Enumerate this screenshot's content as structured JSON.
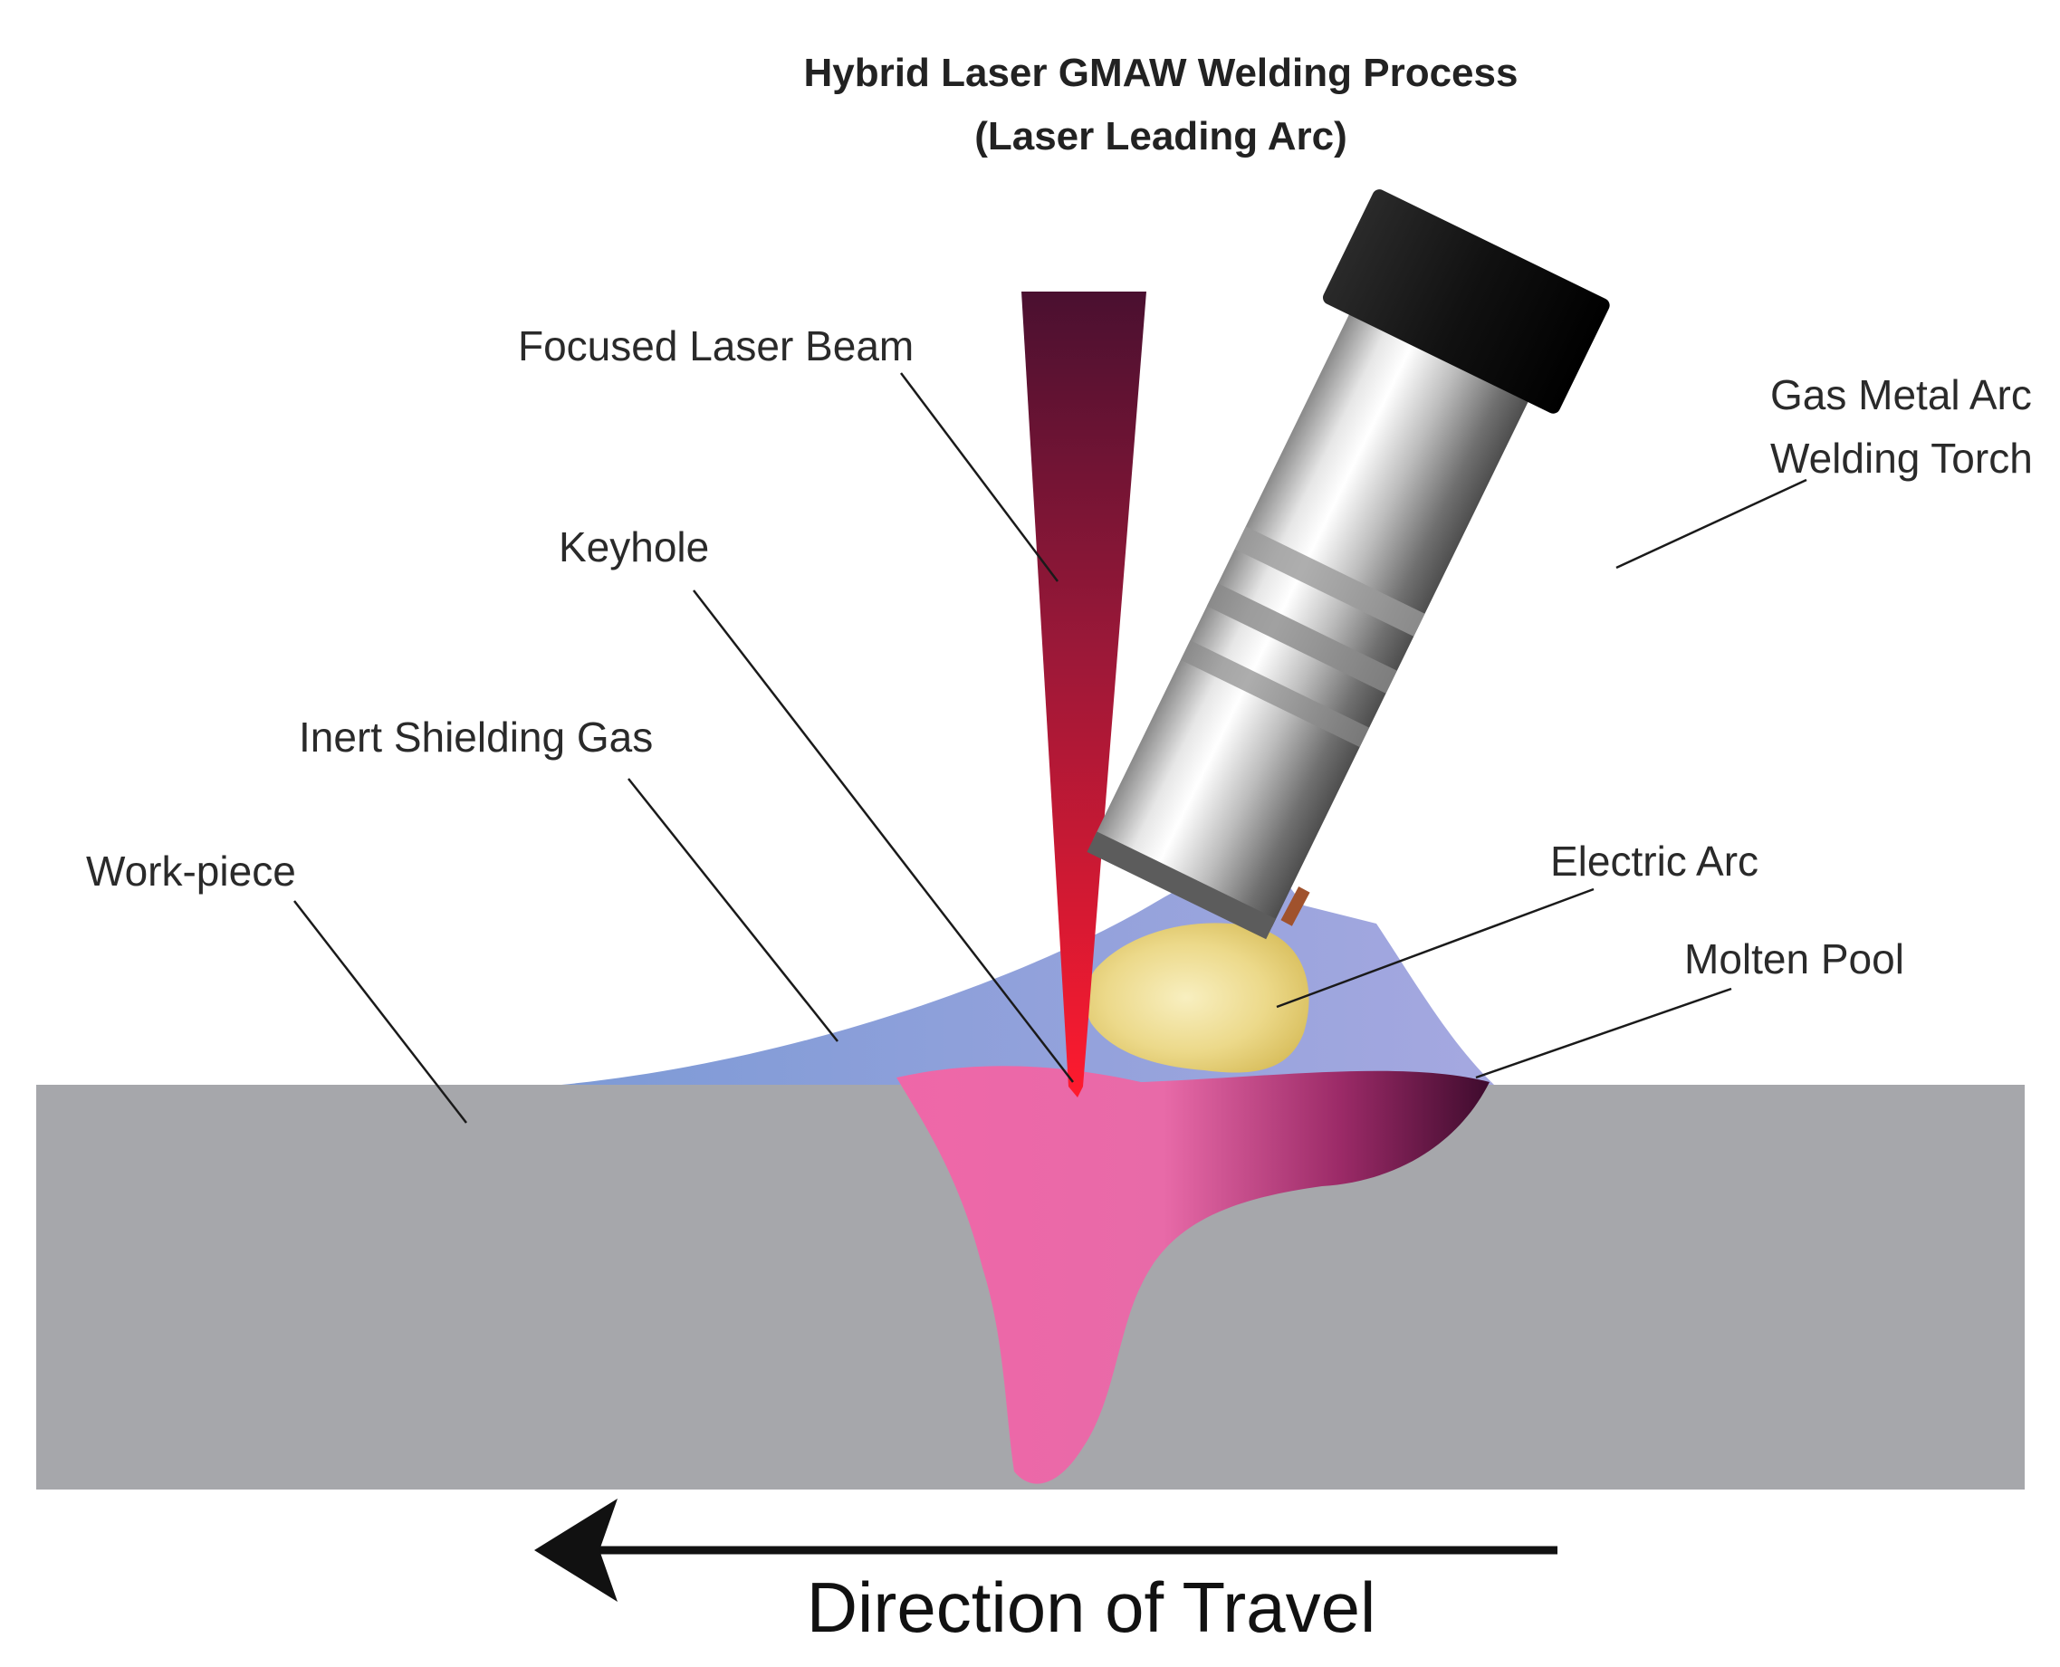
{
  "title": {
    "line1": "Hybrid Laser GMAW Welding Process",
    "line2": "(Laser Leading Arc)"
  },
  "labels": {
    "focused_laser_beam": "Focused Laser Beam",
    "keyhole": "Keyhole",
    "inert_shielding_gas": "Inert Shielding Gas",
    "work_piece": "Work-piece",
    "torch_line1": "Gas Metal Arc",
    "torch_line2": "Welding Torch",
    "electric_arc": "Electric Arc",
    "molten_pool": "Molten Pool"
  },
  "direction": {
    "label": "Direction of Travel",
    "arrow": "left-arrow"
  },
  "colors": {
    "workpiece": "#a6a7ab",
    "shielding_gas": "#8d9fd8",
    "molten_pool_light": "#ef67a8",
    "molten_pool_dark": "#3e0b2d",
    "laser_top": "#4a1030",
    "laser_bottom": "#ff1a2e",
    "electric_arc": "#ecd98a",
    "torch_cap": "#1c1c1c",
    "torch_body": "#c4c4c4"
  }
}
